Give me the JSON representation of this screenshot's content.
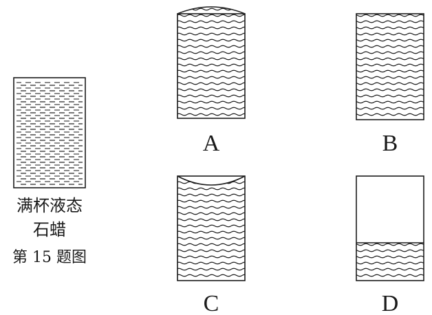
{
  "figure": {
    "source_caption_line1": "满杯液态",
    "source_caption_line2": "石蜡",
    "figure_number": "第 15 题图",
    "options": [
      {
        "label": "A",
        "shape": "convex-top"
      },
      {
        "label": "B",
        "shape": "flat-full"
      },
      {
        "label": "C",
        "shape": "concave-top"
      },
      {
        "label": "D",
        "shape": "partial-fill"
      }
    ],
    "colors": {
      "ink": "#1a1a1a",
      "background": "#ffffff"
    }
  }
}
